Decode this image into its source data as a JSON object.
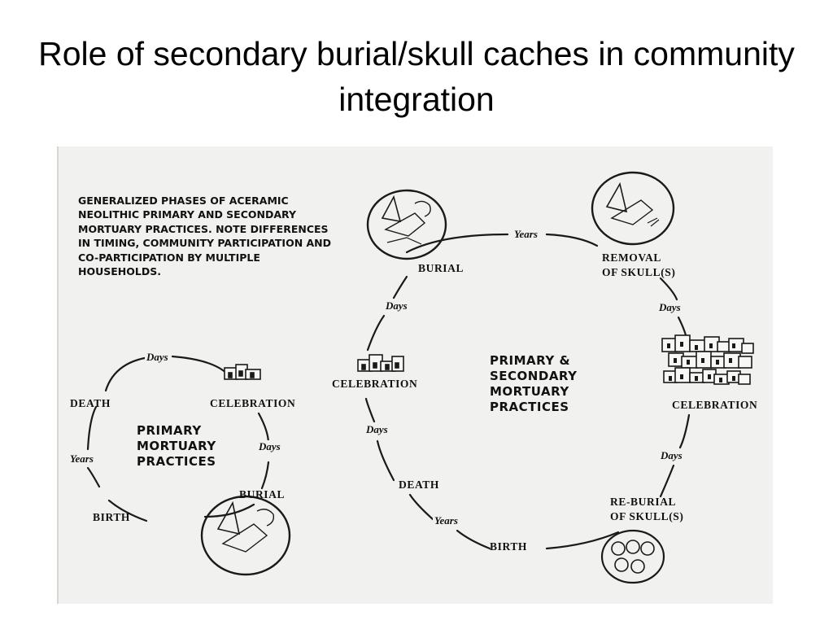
{
  "slide": {
    "title": "Role of secondary burial/skull caches in community integration"
  },
  "figure": {
    "caption": "GENERALIZED PHASES OF ACERAMIC NEOLITHIC PRIMARY AND SECONDARY MORTUARY PRACTICES.  NOTE DIFFERENCES IN TIMING, COMMUNITY PARTICIPATION AND CO-PARTICIPATION BY MULTIPLE HOUSEHOLDS.",
    "primary_cycle": {
      "center_label": "PRIMARY\nMORTUARY\nPRACTICES",
      "nodes": {
        "death": "DEATH",
        "celebration": "CELEBRATION",
        "burial": "BURIAL",
        "birth": "BIRTH"
      },
      "intervals": {
        "death_to_celebration": "Days",
        "celebration_to_burial": "Days",
        "birth_to_death": "Years"
      }
    },
    "secondary_cycle": {
      "center_label": "PRIMARY &\nSECONDARY\nMORTUARY\nPRACTICES",
      "nodes": {
        "burial": "BURIAL",
        "removal": "REMOVAL\nOF SKULL(S)",
        "celebration_right": "CELEBRATION",
        "reburial": "RE-BURIAL\nOF SKULL(S)",
        "birth": "BIRTH",
        "death": "DEATH",
        "celebration_left": "CELEBRATION"
      },
      "intervals": {
        "burial_to_removal": "Years",
        "removal_to_celebration": "Days",
        "celebration_to_reburial": "Days",
        "birth_to_death": "Years",
        "death_to_celebration": "Days",
        "celebration_to_burial": "Days"
      }
    }
  }
}
